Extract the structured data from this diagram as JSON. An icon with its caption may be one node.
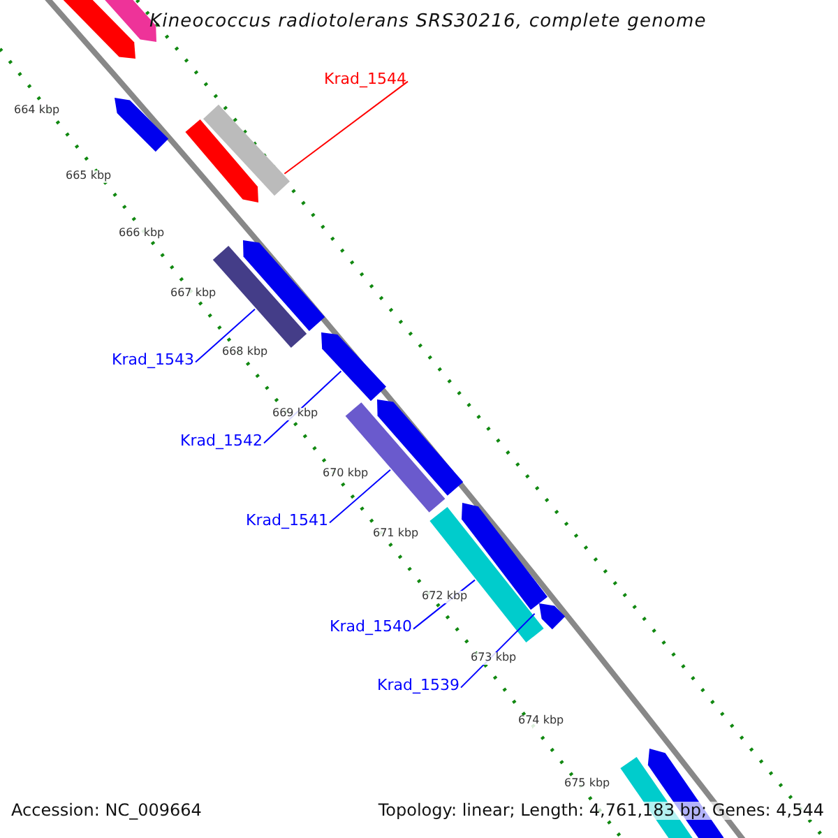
{
  "diagram": {
    "title": "Kineococcus radiotolerans SRS30216, complete genome",
    "nodes": [
      {
        "text": [
          "Krad_1544"
        ]
      },
      {
        "text": [],
        "shape": "bar"
      },
      {
        "text": [
          "Krad_1543"
        ]
      },
      {
        "text": [],
        "shape": "bar"
      },
      {
        "text": [
          "Krad_1542"
        ]
      },
      {
        "text": [],
        "shape": "arrow"
      },
      {
        "text": [
          "Krad_1541"
        ]
      },
      {
        "text": [],
        "shape": "bar"
      },
      {
        "text": [
          "Krad_1540"
        ]
      },
      {
        "text": [],
        "shape": "bar"
      },
      {
        "text": [
          "Krad_1539"
        ]
      },
      {
        "text": [],
        "shape": "arrow"
      }
    ],
    "edges": [
      {
        "from": 0,
        "to": 1,
        "arrow": "none",
        "color": "#ff0000"
      },
      {
        "from": 2,
        "to": 3,
        "arrow": "none"
      },
      {
        "from": 4,
        "to": 5,
        "arrow": "none"
      },
      {
        "from": 6,
        "to": 7,
        "arrow": "none"
      },
      {
        "from": 8,
        "to": 9,
        "arrow": "none"
      },
      {
        "from": 10,
        "to": 11,
        "arrow": "none"
      }
    ],
    "labels": [
      "664 kbp",
      "665 kbp",
      "666 kbp",
      "667 kbp",
      "668 kbp",
      "669 kbp",
      "670 kbp",
      "671 kbp",
      "672 kbp",
      "673 kbp",
      "674 kbp",
      "675 kbp",
      "Accession: NC_009664",
      "Topology: linear; Length: 4,761,183 bp; Genes: 4,544"
    ]
  }
}
